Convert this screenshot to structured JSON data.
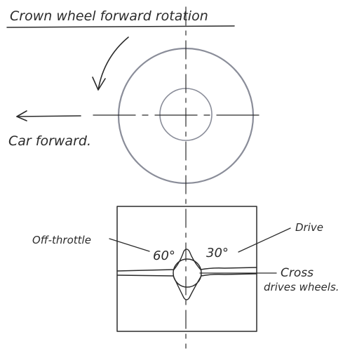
{
  "title": "Crown wheel forward rotation",
  "labels": {
    "car_forward": "Car forward.",
    "off_throttle": "Off-throttle",
    "drive": "Drive",
    "angle_off_throttle": "60°",
    "angle_drive": "30°",
    "cross_line1": "Cross",
    "cross_line2": "drives wheels."
  }
}
